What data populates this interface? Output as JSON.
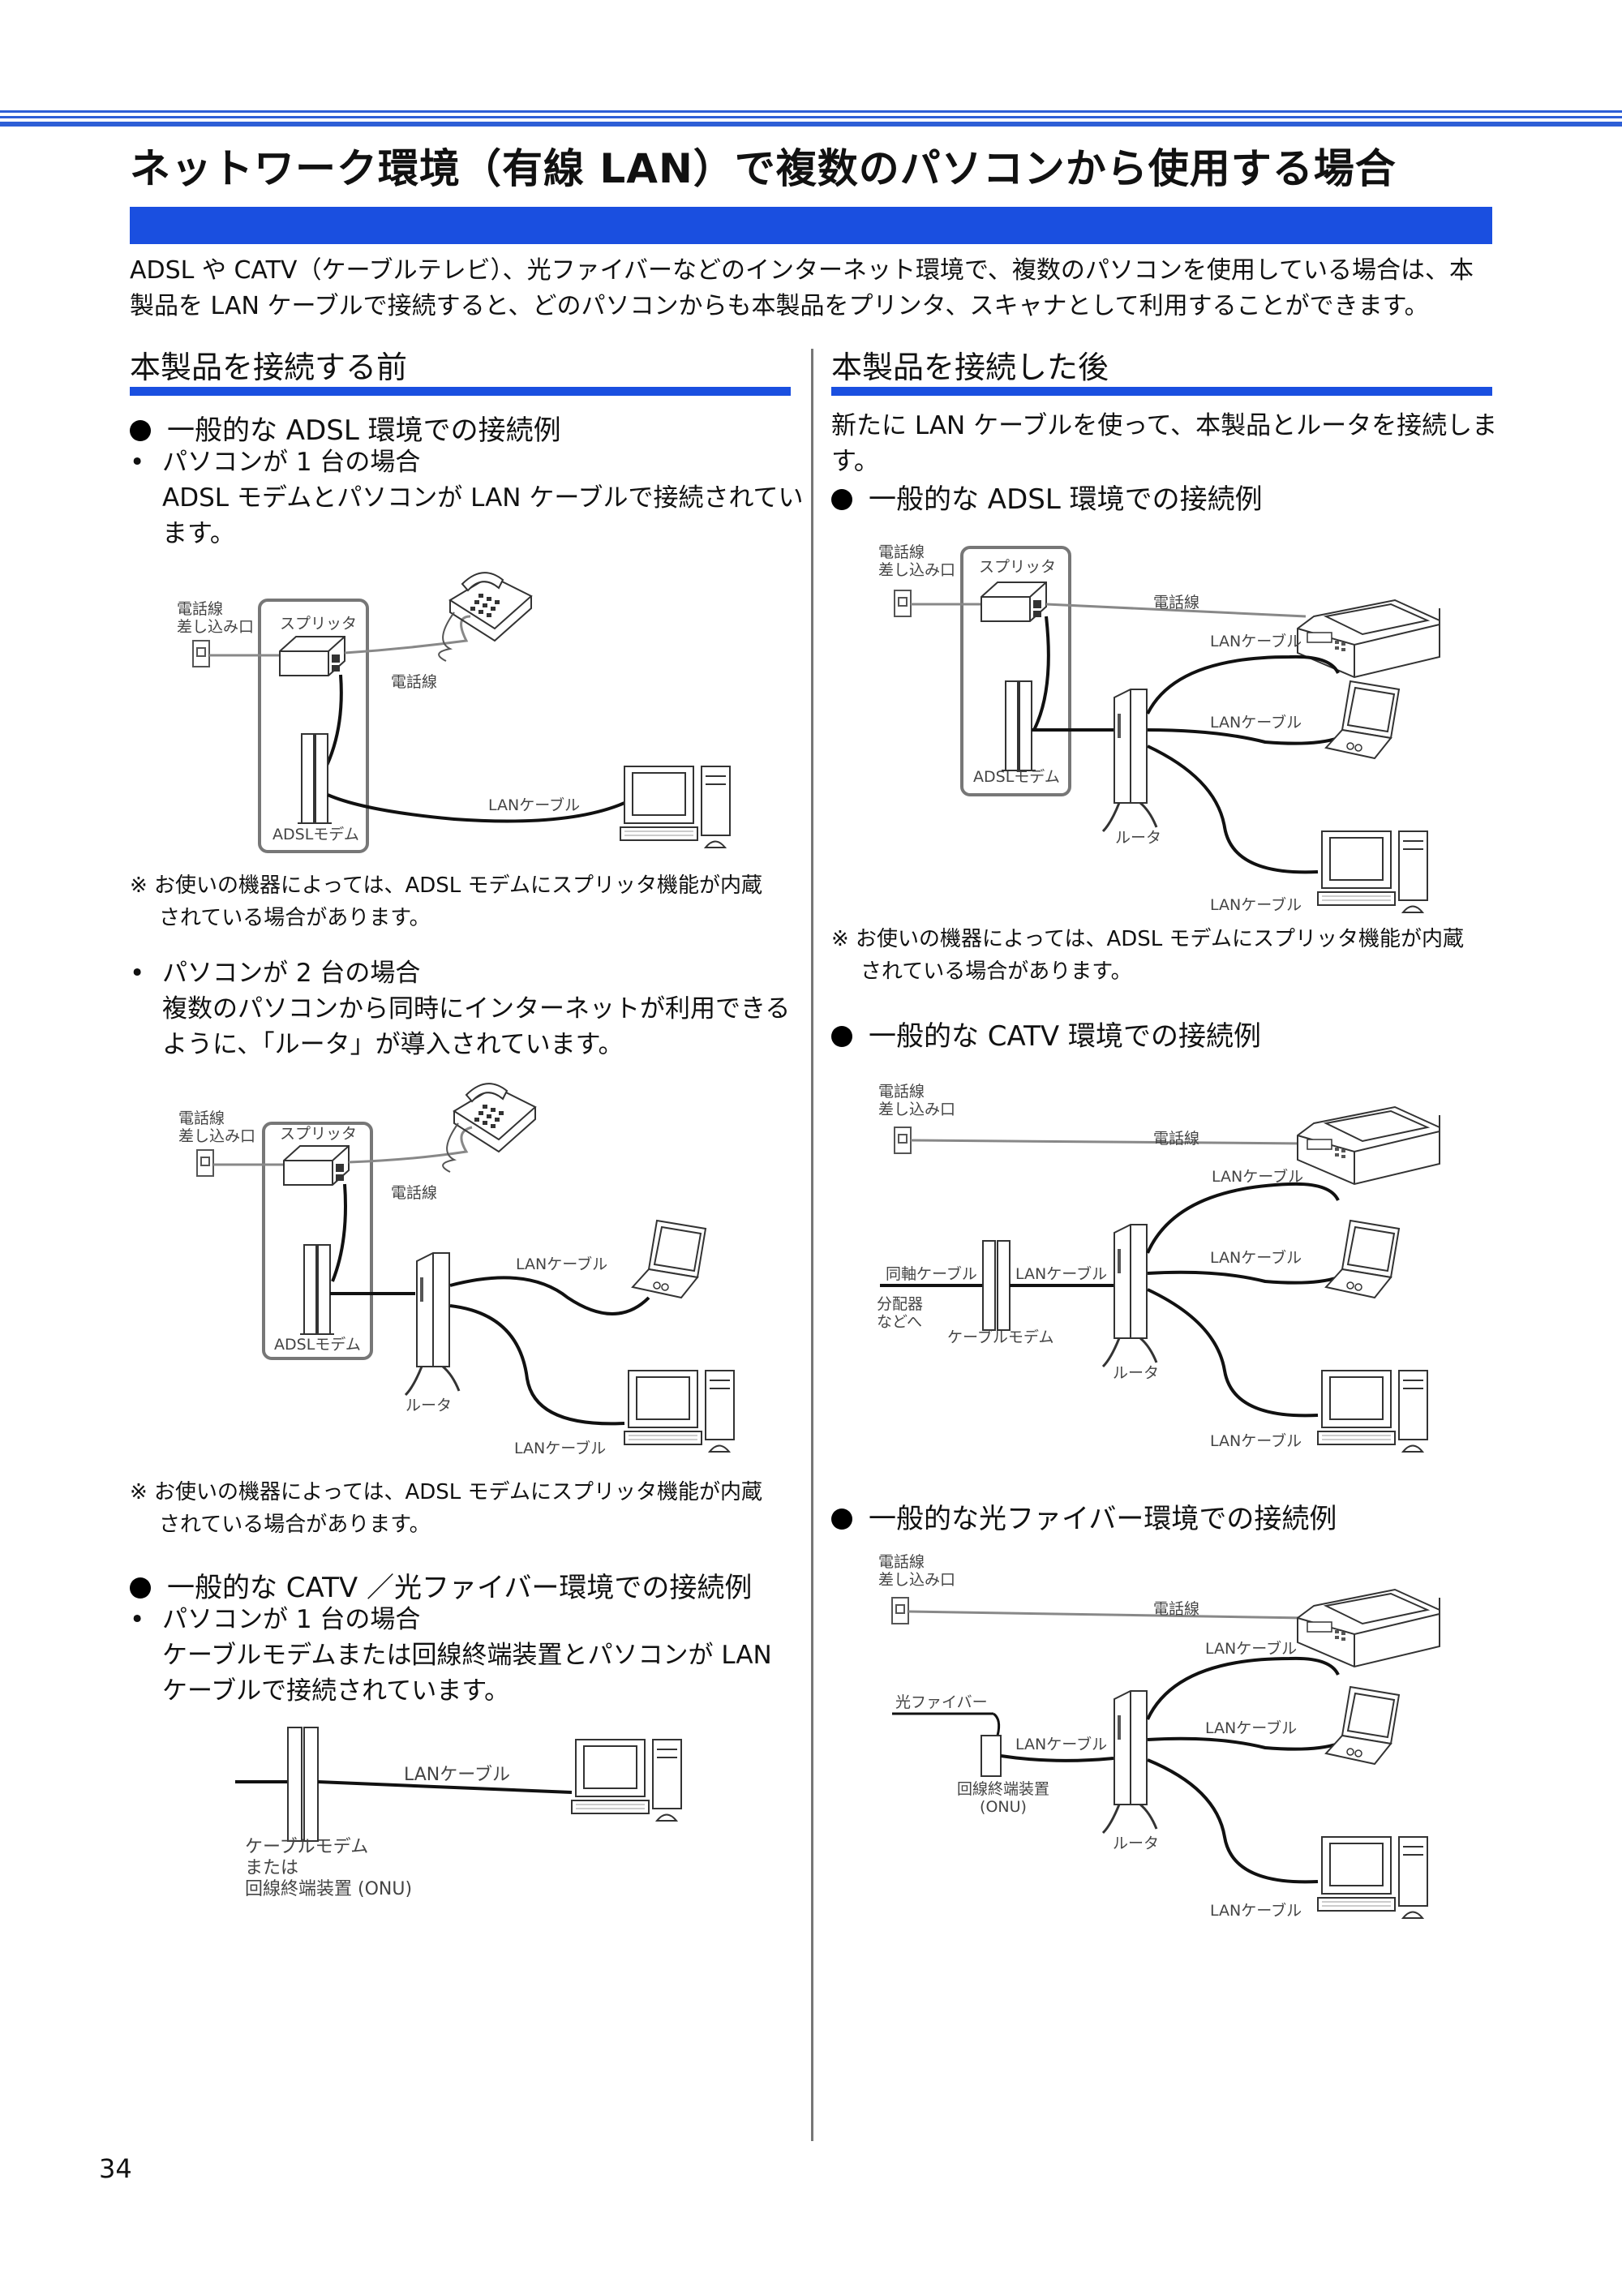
{
  "page": {
    "title": "ネットワーク環境（有線 LAN）で複数のパソコンから使用する場合",
    "intro_line1": "ADSL や CATV（ケーブルテレビ）、光ファイバーなどのインターネット環境で、複数のパソコンを使用している場合は、本",
    "intro_line2": "製品を LAN ケーブルで接続すると、どのパソコンからも本製品をプリンタ、スキャナとして利用することができます。",
    "page_number": "34"
  },
  "left": {
    "heading": "本製品を接続する前",
    "adsl_heading": "一般的な ADSL 環境での接続例",
    "one_pc_title": "パソコンが 1 台の場合",
    "one_pc_desc1": "ADSL モデムとパソコンが LAN ケーブルで接続されてい",
    "one_pc_desc2": "ます。",
    "note1_line1": "※ お使いの機器によっては、ADSL モデムにスプリッタ機能が内蔵",
    "note1_line2": "されている場合があります。",
    "two_pc_title": "パソコンが 2 台の場合",
    "two_pc_desc1": "複数のパソコンから同時にインターネットが利用できる",
    "two_pc_desc2": "ように、「ルータ」が導入されています。",
    "note2_line1": "※ お使いの機器によっては、ADSL モデムにスプリッタ機能が内蔵",
    "note2_line2": "されている場合があります。",
    "catv_heading": "一般的な CATV ／光ファイバー環境での接続例",
    "catv_one_pc_title": "パソコンが 1 台の場合",
    "catv_desc1": "ケーブルモデムまたは回線終端装置とパソコンが LAN",
    "catv_desc2": "ケーブルで接続されています。"
  },
  "right": {
    "heading": "本製品を接続した後",
    "intro1": "新たに LAN ケーブルを使って、本製品とルータを接続しま",
    "intro2": "す。",
    "adsl_heading": "一般的な ADSL 環境での接続例",
    "note_line1": "※ お使いの機器によっては、ADSL モデムにスプリッタ機能が内蔵",
    "note_line2": "されている場合があります。",
    "catv_heading": "一般的な CATV 環境での接続例",
    "fiber_heading": "一般的な光ファイバー環境での接続例"
  },
  "labels": {
    "phone_jack_1": "電話線",
    "phone_jack_2": "差し込み口",
    "splitter": "スプリッタ",
    "phone_line": "電話線",
    "lan_cable": "LANケーブル",
    "adsl_modem": "ADSLモデム",
    "router": "ルータ",
    "coax_cable": "同軸ケーブル",
    "to_distributor_1": "分配器",
    "to_distributor_2": "などへ",
    "cable_modem": "ケーブルモデム",
    "cable_modem_or_1": "ケーブルモデム",
    "cable_modem_or_2": "または",
    "cable_modem_or_3": "回線終端装置 (ONU)",
    "optical_fiber": "光ファイバー",
    "onu_1": "回線終端装置",
    "onu_2": "(ONU)"
  }
}
